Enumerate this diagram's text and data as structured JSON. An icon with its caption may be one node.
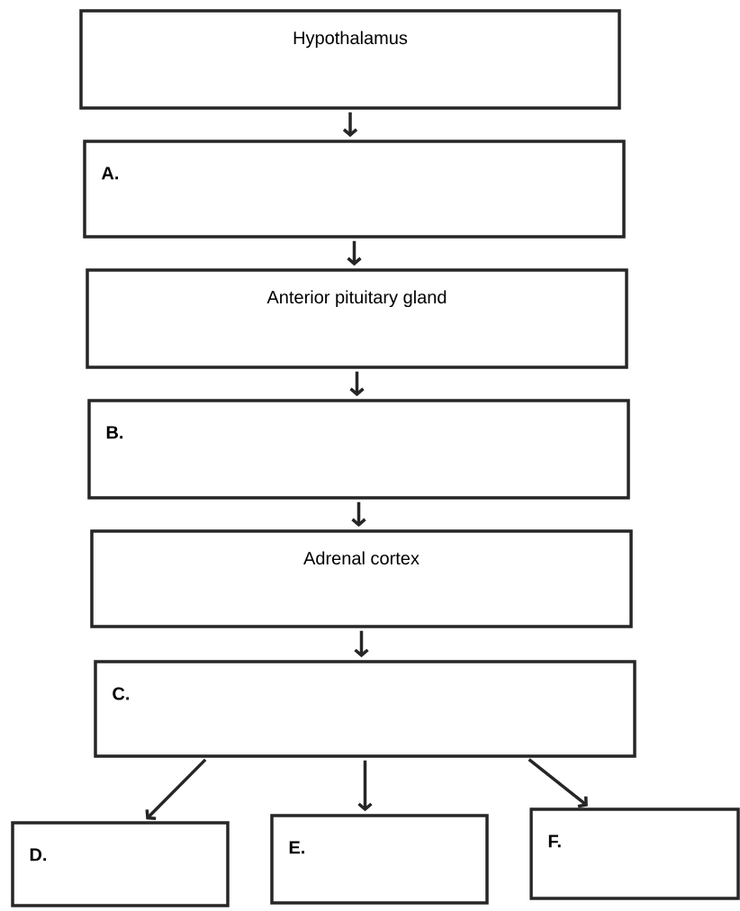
{
  "diagram": {
    "nodes": [
      {
        "text": [
          "Hypothalamus"
        ]
      },
      {
        "text": [
          "A."
        ]
      },
      {
        "text": [
          "Anterior pituitary gland"
        ]
      },
      {
        "text": [
          "B."
        ]
      },
      {
        "text": [
          "Adrenal cortex"
        ]
      },
      {
        "text": [
          "C."
        ]
      },
      {
        "text": [
          "D."
        ]
      },
      {
        "text": [
          "E."
        ]
      },
      {
        "text": [
          "F."
        ]
      }
    ],
    "edges": [
      {
        "from": 0,
        "to": 1,
        "arrow": "to"
      },
      {
        "from": 1,
        "to": 2,
        "arrow": "to"
      },
      {
        "from": 2,
        "to": 3,
        "arrow": "to"
      },
      {
        "from": 3,
        "to": 4,
        "arrow": "to"
      },
      {
        "from": 4,
        "to": 5,
        "arrow": "to"
      },
      {
        "from": 5,
        "to": 6,
        "arrow": "to"
      },
      {
        "from": 5,
        "to": 7,
        "arrow": "to"
      },
      {
        "from": 5,
        "to": 8,
        "arrow": "to"
      }
    ]
  }
}
